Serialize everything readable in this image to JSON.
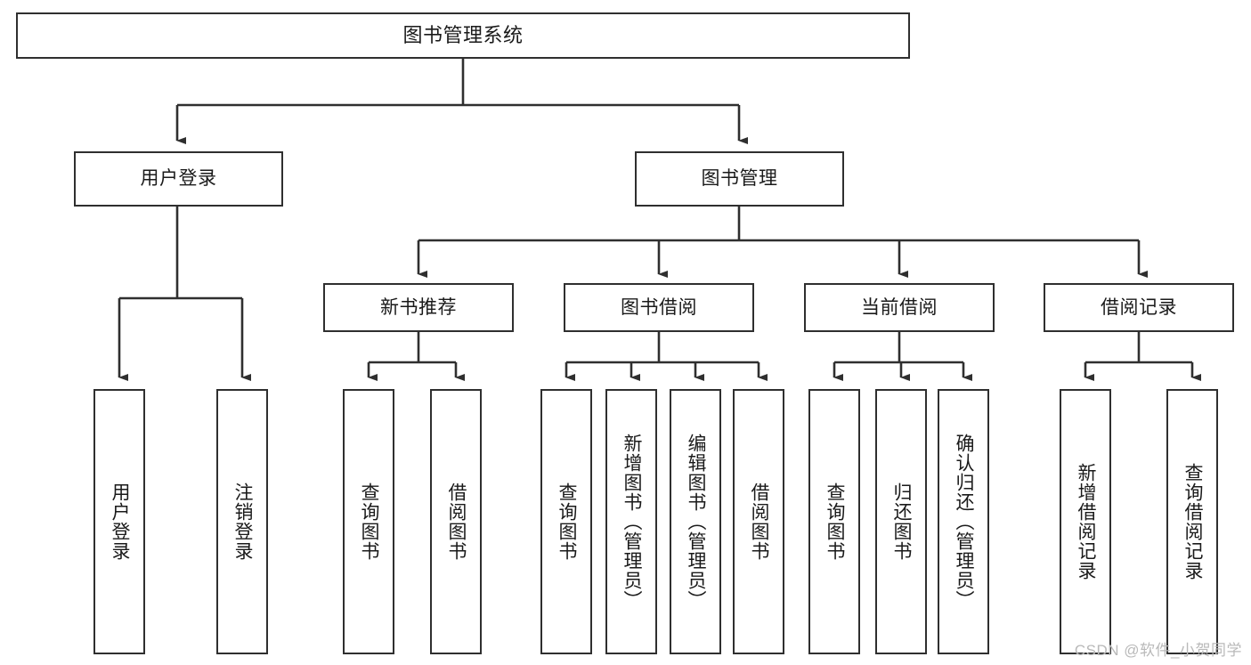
{
  "diagram": {
    "title": "图书管理系统",
    "type": "tree-hierarchy-chart",
    "colors": {
      "box_border": "#2f2f2f",
      "box_fill": "#ffffff",
      "connector": "#2f2f2f",
      "text": "#1a1a1a",
      "watermark": "#b9b9b9"
    },
    "root": {
      "label": "图书管理系统"
    },
    "level2": [
      {
        "id": "user-login",
        "label": "用户登录"
      },
      {
        "id": "book-management",
        "label": "图书管理"
      }
    ],
    "level3": [
      {
        "id": "new-book-recommend",
        "label": "新书推荐"
      },
      {
        "id": "book-borrow",
        "label": "图书借阅"
      },
      {
        "id": "current-borrow",
        "label": "当前借阅"
      },
      {
        "id": "borrow-record",
        "label": "借阅记录"
      }
    ],
    "leaves": {
      "user_login": [
        {
          "id": "leaf-user-login",
          "label": "用户登录"
        },
        {
          "id": "leaf-logout-login",
          "label": "注销登录"
        }
      ],
      "new_book_recommend": [
        {
          "id": "leaf-query-books-1",
          "label": "查询图书"
        },
        {
          "id": "leaf-borrow-books-1",
          "label": "借阅图书"
        }
      ],
      "book_borrow": [
        {
          "id": "leaf-query-books-2",
          "label": "查询图书"
        },
        {
          "id": "leaf-add-book",
          "label": "新增图书（管理员）"
        },
        {
          "id": "leaf-edit-book",
          "label": "编辑图书（管理员）"
        },
        {
          "id": "leaf-borrow-books-2",
          "label": "借阅图书"
        }
      ],
      "current_borrow": [
        {
          "id": "leaf-query-books-3",
          "label": "查询图书"
        },
        {
          "id": "leaf-return-book",
          "label": "归还图书"
        },
        {
          "id": "leaf-confirm-return",
          "label": "确认归还（管理员）"
        }
      ],
      "borrow_record": [
        {
          "id": "leaf-add-record",
          "label": "新增借阅记录"
        },
        {
          "id": "leaf-query-record",
          "label": "查询借阅记录"
        }
      ]
    }
  },
  "watermark": {
    "text": "CSDN @软件_小贺同学"
  }
}
